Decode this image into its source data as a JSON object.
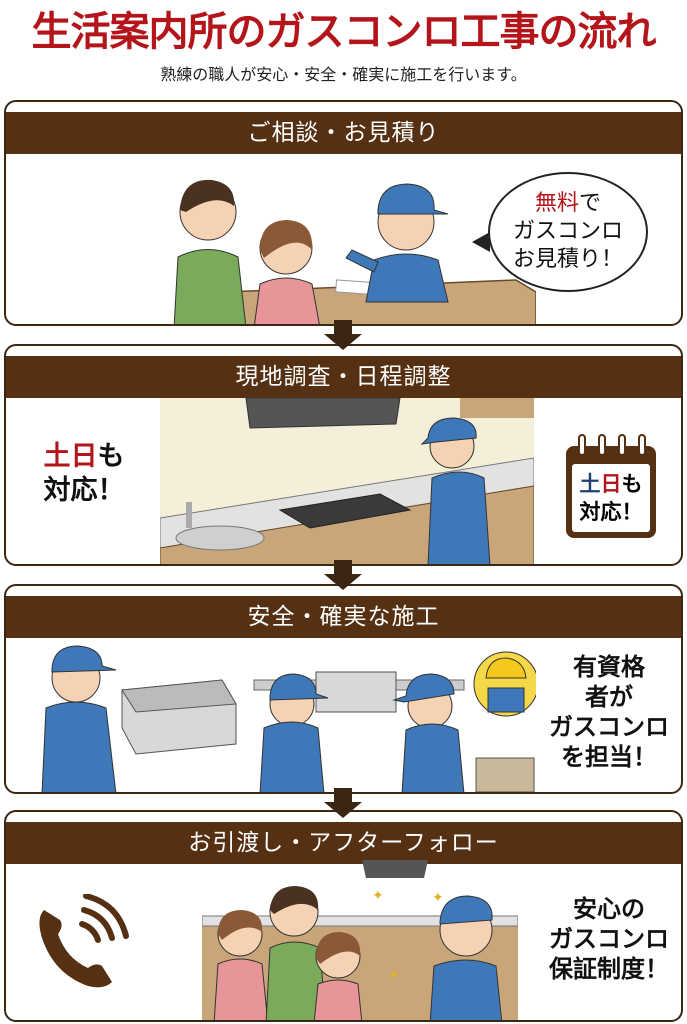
{
  "header": {
    "title": "生活案内所のガスコンロ工事の流れ",
    "subtitle": "熟練の職人が安心・安全・確実に施工を行います。"
  },
  "colors": {
    "title_red": "#b3151b",
    "header_brown": "#553013",
    "border_dark": "#3a2613",
    "uniform_blue": "#3e78b8",
    "calendar_blue": "#1f3f73"
  },
  "steps": [
    {
      "title": "ご相談・お見積り",
      "callout": {
        "highlight": "無料",
        "line1_rest": "で",
        "line2": "ガスコンロ",
        "line3": "お見積り！"
      },
      "illustration": "couple-consulting-with-technician-icon"
    },
    {
      "title": "現地調査・日程調整",
      "left_text": {
        "highlight": "土日",
        "line1_rest": "も",
        "line2": "対応！"
      },
      "calendar": {
        "blue_char": "土",
        "red_char": "日",
        "line1_rest": "も",
        "line2": "対応！"
      },
      "illustration": "technician-measuring-kitchen-icon"
    },
    {
      "title": "安全・確実な施工",
      "right_text": [
        "有資格",
        "者が",
        "ガスコンロ",
        "を担当！"
      ],
      "illustration": "technicians-installing-stove-icon"
    },
    {
      "title": "お引渡し・アフターフォロー",
      "right_text": [
        "安心の",
        "ガスコンロ",
        "保証制度！"
      ],
      "illustration": "family-with-technician-thumbs-up-icon",
      "phone_icon": "phone-ringing-icon"
    }
  ]
}
